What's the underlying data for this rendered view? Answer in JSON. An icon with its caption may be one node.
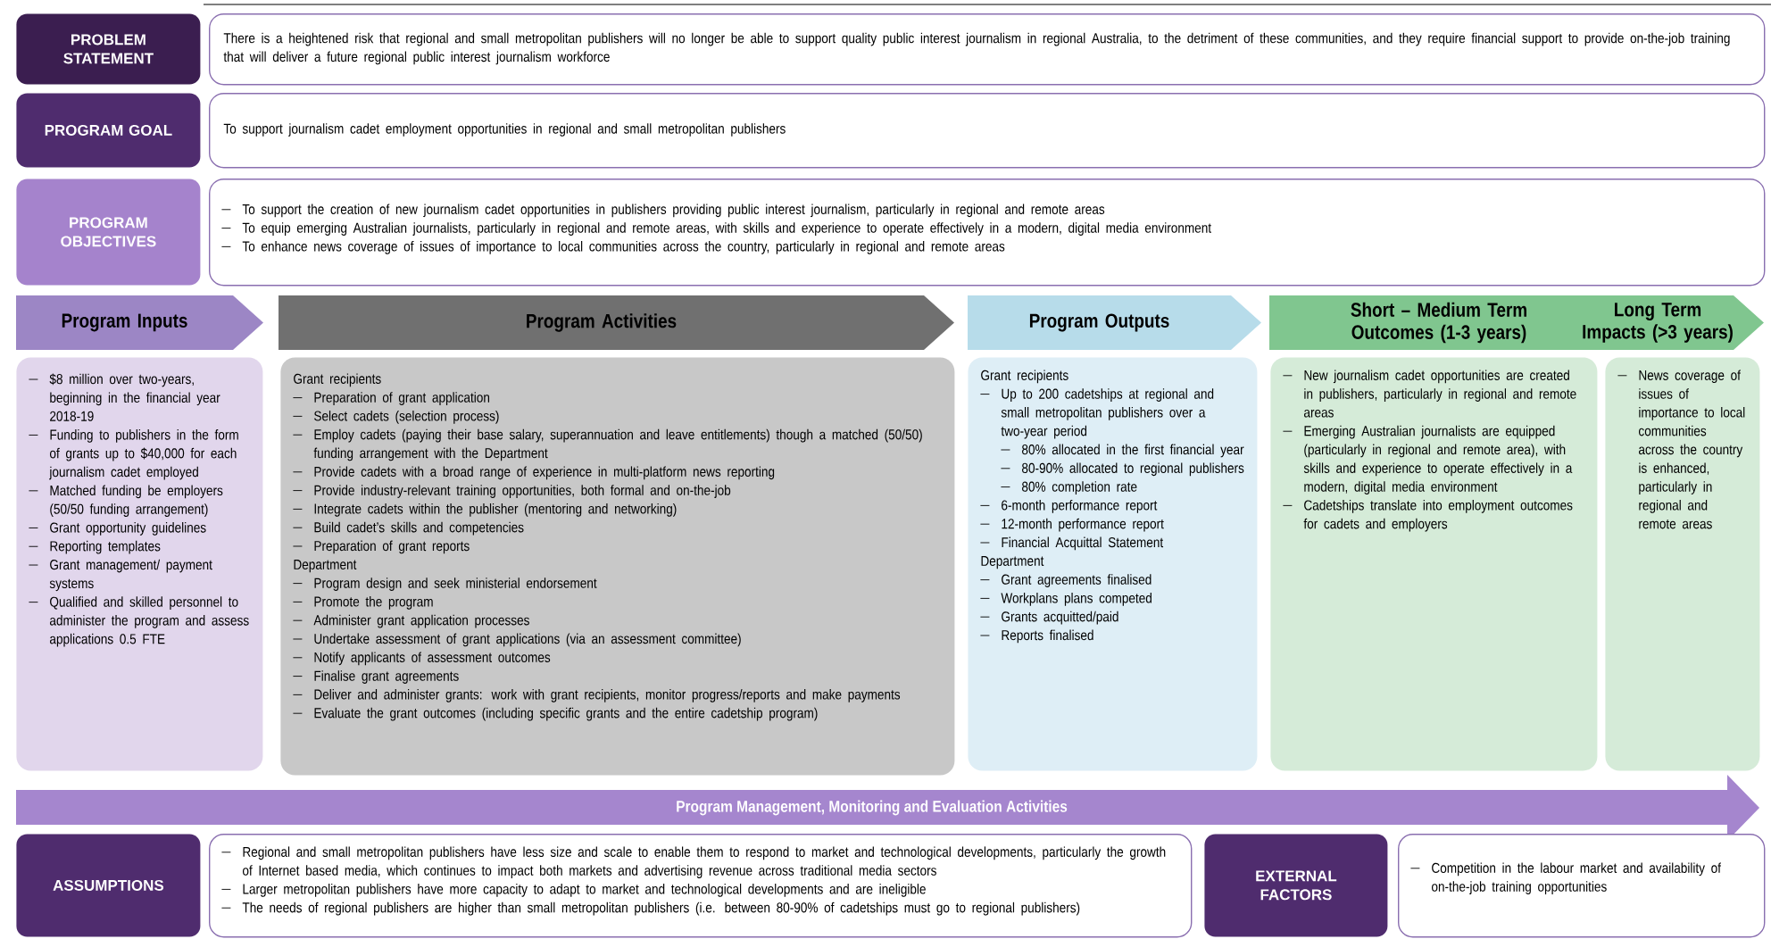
{
  "diagram": {
    "nodes": [
      {
        "text": [
          "PROBLEM STATEMENT"
        ]
      },
      {
        "text": [
          "There is a heightened risk that regional and small metropolitan publishers will no longer be able to support quality public interest journalism in regional Australia, to the detriment of these communities, and they require financial support to provide on-the-job training that will deliver a future regional public interest journalism workforce"
        ]
      },
      {
        "text": [
          "PROGRAM GOAL"
        ]
      },
      {
        "text": [
          "To support journalism cadet employment opportunities in regional and small metropolitan publishers"
        ]
      },
      {
        "text": [
          "PROGRAM OBJECTIVES"
        ]
      },
      {
        "text": [
          "To support the creation of new journalism cadet opportunities in publishers providing public interest journalism, particularly in regional and remote areas",
          "To equip emerging Australian journalists, particularly in regional and remote areas, with skills and experience to operate effectively in a modern, digital media environment",
          "To enhance news coverage of issues of importance to local communities across the country, particularly in regional and remote areas"
        ]
      },
      {
        "text": [
          "Program Inputs"
        ]
      },
      {
        "text": [
          "Program Activities"
        ]
      },
      {
        "text": [
          "Program Outputs"
        ]
      },
      {
        "text": [
          "Short – Medium Term Outcomes (1-3 years)",
          "Long Term Impacts (>3 years)"
        ]
      },
      {
        "text": [
          "$8 million over two-years, beginning in the financial year 2018-19",
          "Funding to publishers in the form of grants up to $40,000 for each journalism cadet employed",
          "Matched funding be employers (50/50 funding arrangement)",
          "Grant opportunity guidelines",
          "Reporting templates",
          "Grant management/ payment systems",
          "Qualified and skilled personnel to administer the program and assess applications 0.5 FTE"
        ]
      },
      {
        "text": [
          "Grant recipients",
          "Preparation of grant application",
          "Select cadets (selection process)",
          "Employ cadets (paying their base salary, superannuation and leave entitlements) though a matched (50/50) funding arrangement with the Department",
          "Provide cadets with a broad range of experience in multi-platform news reporting",
          "Provide industry-relevant training opportunities, both formal and on-the-job",
          "Integrate cadets within the publisher (mentoring and networking)",
          "Build cadet’s skills and competencies",
          "Preparation of grant reports",
          "Department",
          "Program design and seek ministerial endorsement",
          "Promote the program",
          "Administer grant application processes",
          "Undertake assessment of grant applications (via an assessment committee)",
          "Notify applicants of assessment outcomes",
          "Finalise grant agreements",
          "Deliver and administer grants: work with grant recipients, monitor progress/reports and make payments",
          "Evaluate the grant outcomes (including specific grants and the entire cadetship program)"
        ]
      },
      {
        "text": [
          "Grant recipients",
          "Up to 200 cadetships at regional and small metropolitan publishers over a two-year period",
          "80% allocated in the first financial year",
          "80-90% allocated to regional publishers",
          "80% completion rate",
          "6-month performance report",
          "12-month performance report",
          "Financial Acquittal Statement",
          "Department",
          "Grant agreements finalised",
          "Workplans plans competed",
          "Grants acquitted/paid",
          "Reports finalised"
        ]
      },
      {
        "text": [
          "New journalism cadet opportunities are created in publishers, particularly in regional and remote areas",
          "Emerging Australian journalists are equipped (particularly in regional and remote area), with skills and experience to operate effectively in a modern, digital media environment",
          "Cadetships translate into employment outcomes for cadets and employers"
        ]
      },
      {
        "text": [
          "News coverage of issues of importance to local communities across the country is enhanced, particularly in regional and remote areas"
        ]
      },
      {
        "text": [
          "Program Management, Monitoring and Evaluation Activities"
        ]
      },
      {
        "text": [
          "ASSUMPTIONS"
        ]
      },
      {
        "text": [
          "Regional and small metropolitan publishers have less size and scale to enable them to respond to market and technological developments, particularly the growth of Internet based media, which continues to impact both markets and advertising revenue across traditional media sectors",
          "Larger metropolitan publishers have more capacity to adapt to market and technological developments and are ineligible",
          "The needs of regional publishers are higher than small metropolitan publishers (i.e. between 80-90% of cadetships must go to regional publishers)"
        ]
      },
      {
        "text": [
          "EXTERNAL FACTORS"
        ]
      },
      {
        "text": [
          "Competition in the labour market and availability of on-the-job training opportunities"
        ]
      }
    ]
  }
}
